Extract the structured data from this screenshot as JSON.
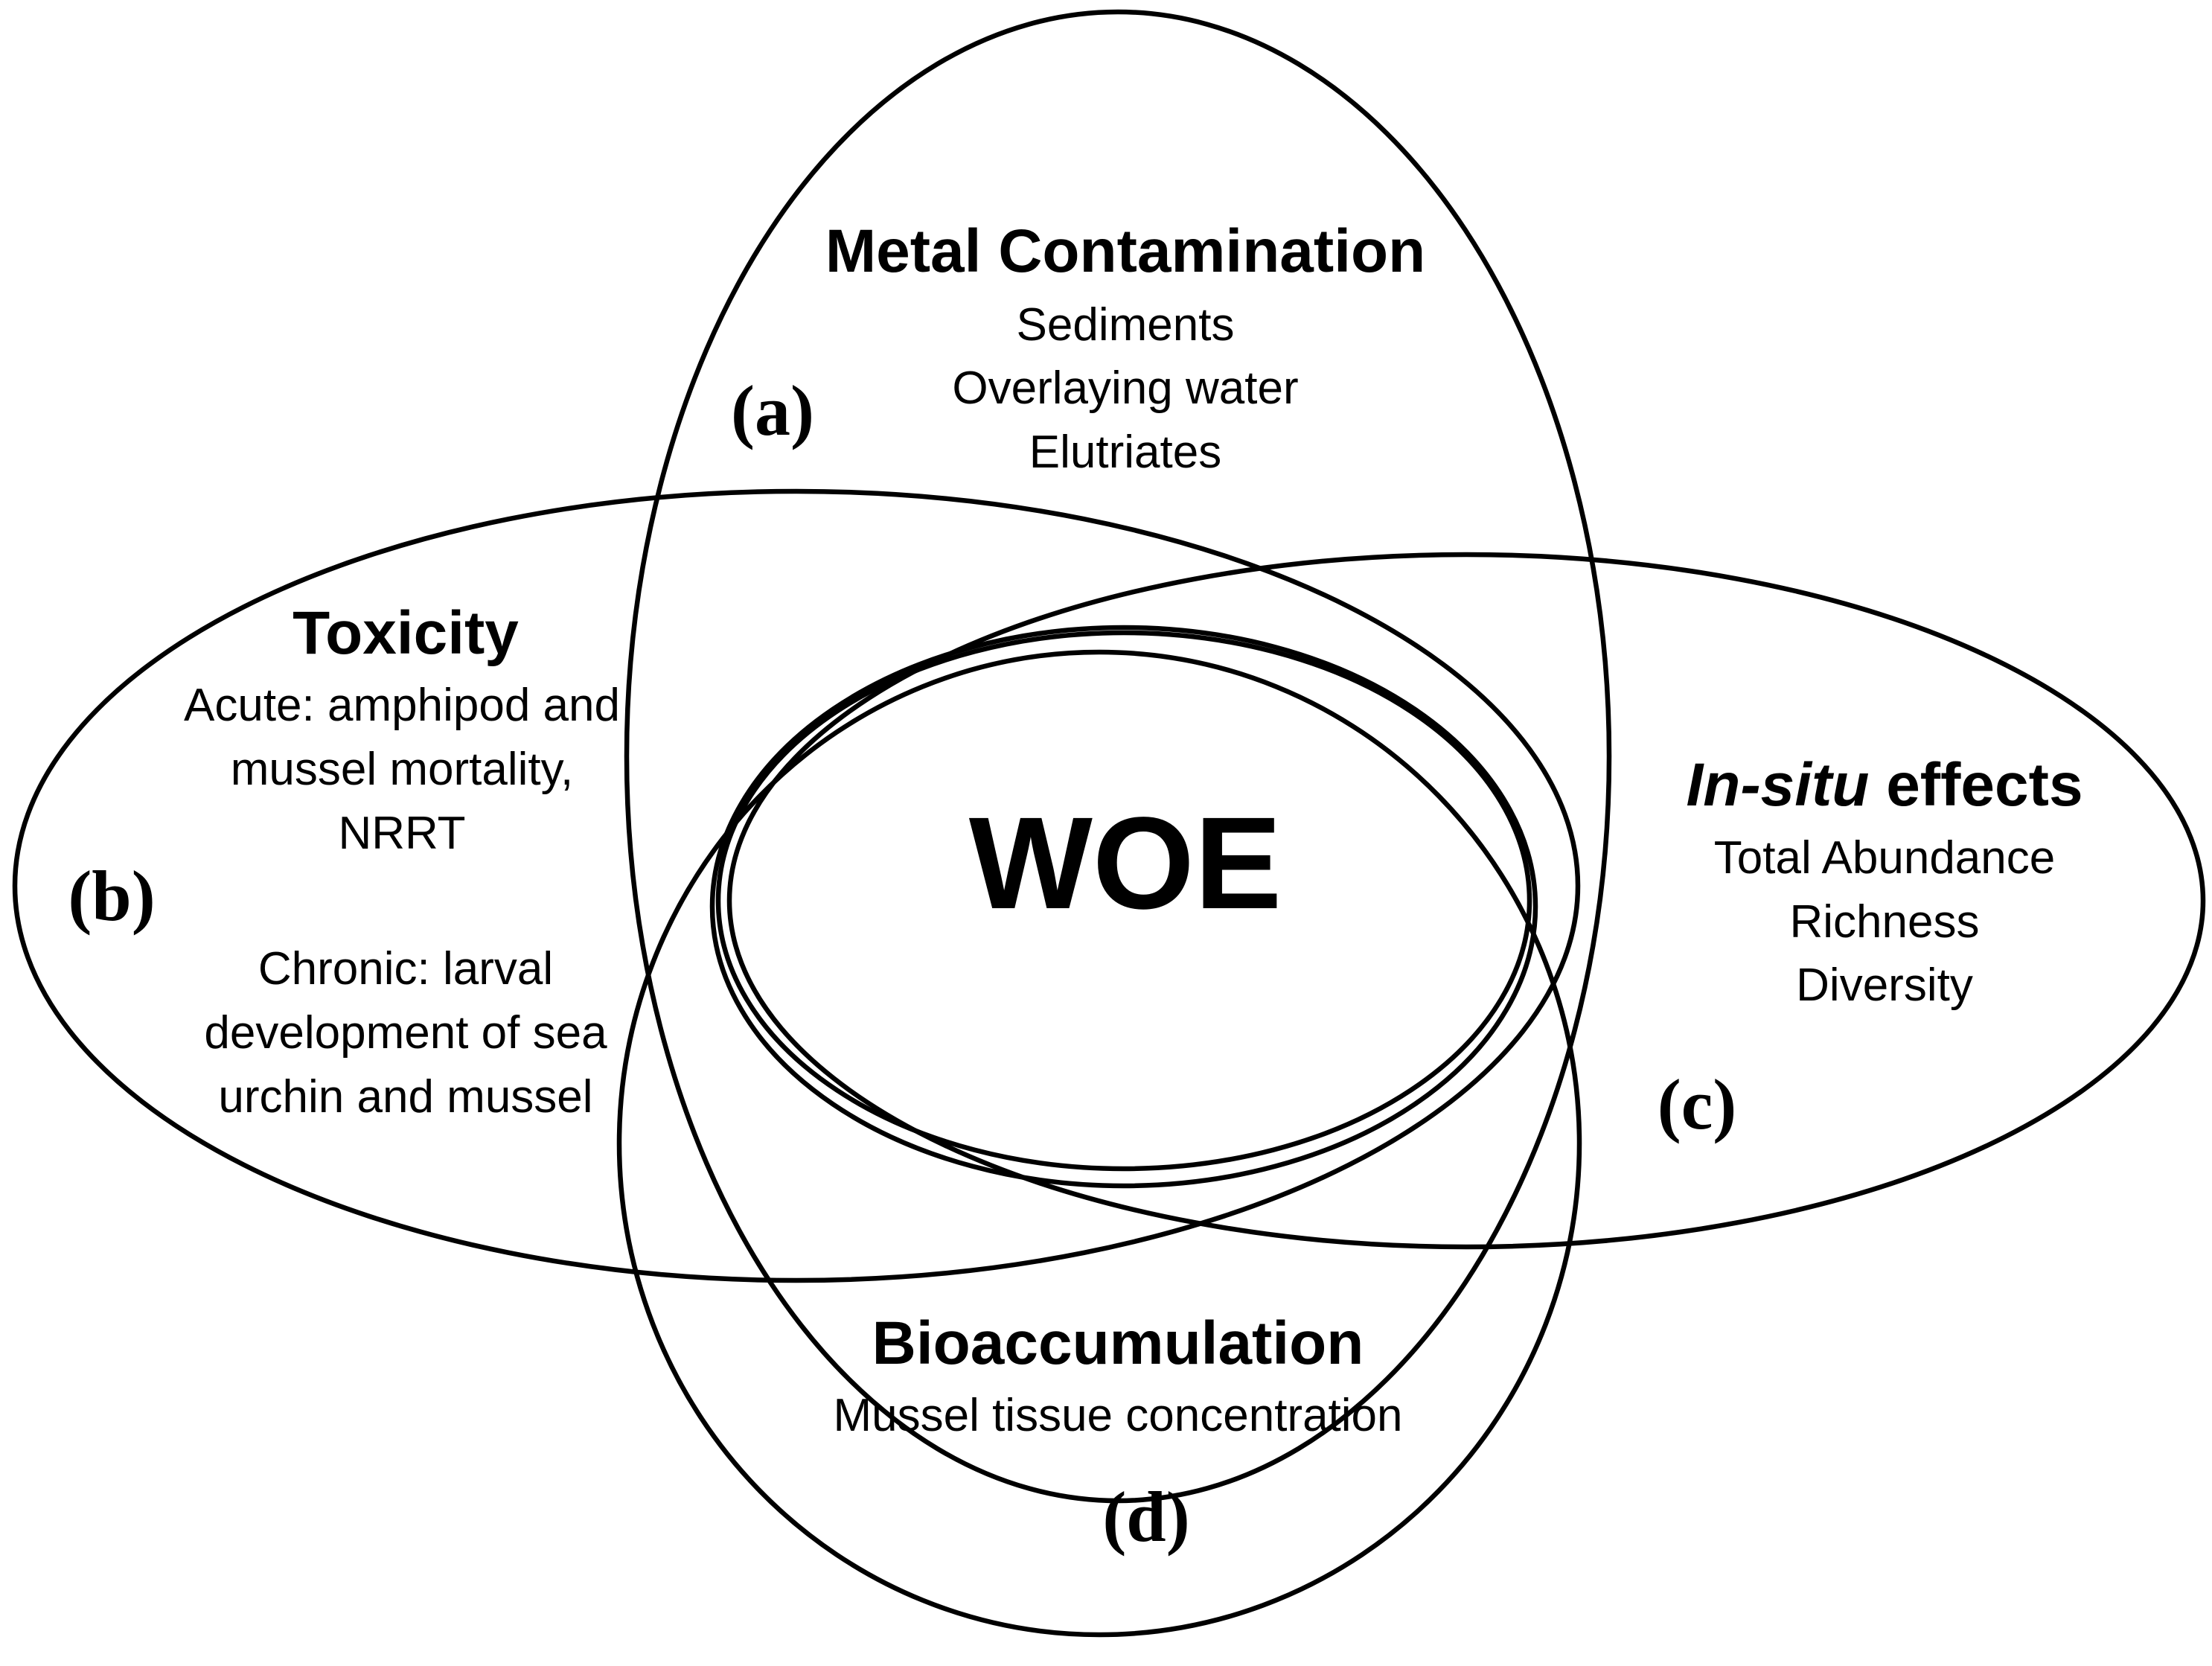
{
  "center": {
    "label": "WOE"
  },
  "metal": {
    "title": "Metal Contamination",
    "items": [
      "Sediments",
      "Overlaying water",
      "Elutriates"
    ],
    "letter": "(a)"
  },
  "toxicity": {
    "title": "Toxicity",
    "acute": [
      "Acute: amphipod and",
      "mussel mortality,",
      "NRRT"
    ],
    "chronic": [
      "Chronic: larval",
      "development of sea",
      "urchin and mussel"
    ],
    "letter": "(b)"
  },
  "insitu": {
    "title_italic": "In-situ",
    "title_rest": " effects",
    "items": [
      "Total Abundance",
      "Richness",
      "Diversity"
    ],
    "letter": "(c)"
  },
  "bioaccumulation": {
    "title": "Bioaccumulation",
    "items": [
      "Mussel tissue concentration"
    ],
    "letter": "(d)"
  }
}
